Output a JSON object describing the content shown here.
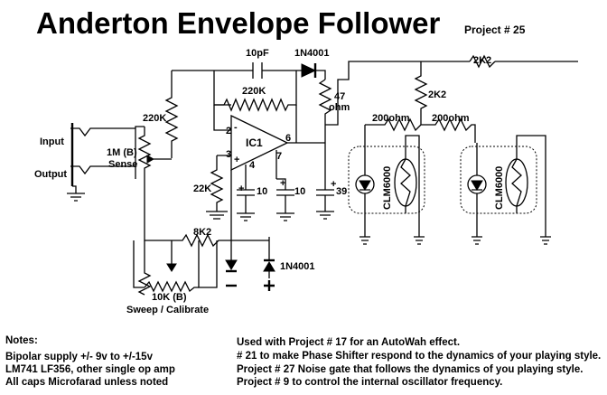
{
  "title": "Anderton Envelope Follower",
  "project": "Project # 25",
  "components": {
    "c_10pf": "10pF",
    "d_1n4001_top": "1N4001",
    "r_220k_fb": "220K",
    "r_220k_in": "220K",
    "r_47": "47",
    "r_47_unit": "ohm",
    "r_2k2_a": "2K2",
    "r_2k2_b": "2K2",
    "r_200_a": "200ohm",
    "r_200_b": "200ohm",
    "ic": "IC1",
    "pin2": "2",
    "pin3": "3",
    "pin4": "4",
    "pin6": "6",
    "pin7": "7",
    "plus": "+",
    "minus": "-",
    "pot_sense_value": "1M (B)",
    "pot_sense_name": "Sense",
    "r_22k": "22K",
    "c_10_a": "10",
    "c_10_b": "10",
    "c_39": "39",
    "r_8k2": "8K2",
    "d_1n4001_bottom": "1N4001",
    "pot_sweep_value": "10K (B)",
    "pot_sweep_name": "Sweep / Calibrate",
    "clm_a": "CLM6000",
    "clm_b": "CLM6000",
    "input": "Input",
    "output": "Output",
    "supply_minus": "−",
    "supply_plus": "+"
  },
  "notes": {
    "heading": "Notes:",
    "lines": [
      "Bipolar supply +/- 9v to +/-15v",
      "LM741 LF356, other single op amp",
      "All caps Microfarad unless noted"
    ]
  },
  "usage": [
    "Used with Project # 17 for an AutoWah effect.",
    "# 21 to make Phase Shifter respond to the dynamics of your playing style.",
    "Project # 27 Noise gate that follows the dynamics of you playing style.",
    "Project # 9 to control the internal oscillator frequency."
  ]
}
